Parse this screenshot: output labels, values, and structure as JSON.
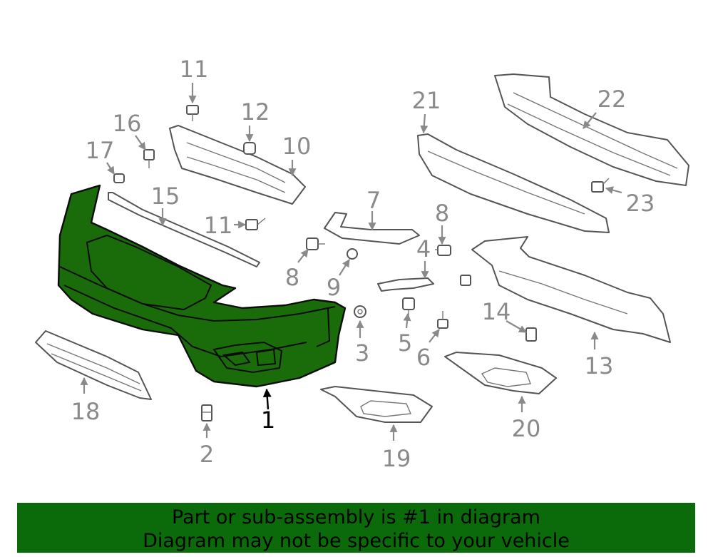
{
  "callouts": {
    "c1": "1",
    "c2": "2",
    "c3": "3",
    "c4": "4",
    "c5": "5",
    "c6": "6",
    "c7": "7",
    "c8a": "8",
    "c8b": "8",
    "c9": "9",
    "c10": "10",
    "c11a": "11",
    "c11b": "11",
    "c12": "12",
    "c13": "13",
    "c14": "14",
    "c15": "15",
    "c16": "16",
    "c17": "17",
    "c18": "18",
    "c19": "19",
    "c20": "20",
    "c21": "21",
    "c22": "22",
    "c23": "23"
  },
  "banner": {
    "line1": "Part or sub-assembly is #1 in diagram",
    "line2": "Diagram may not be specific to your vehicle"
  },
  "colors": {
    "highlight": "#1a6b0a",
    "banner": "#0b6b0b",
    "callout": "#8a8a8a"
  }
}
